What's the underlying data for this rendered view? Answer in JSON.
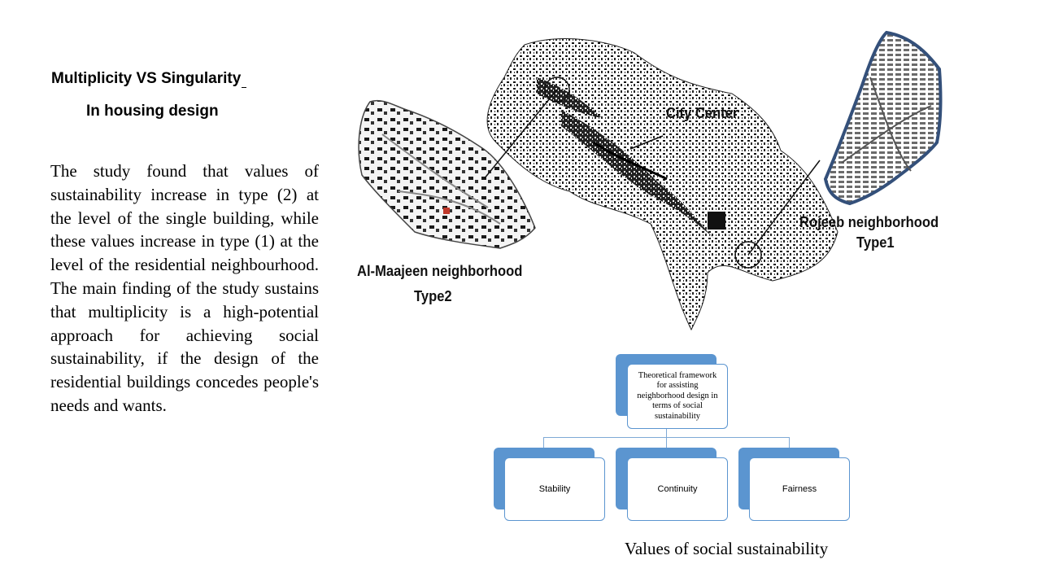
{
  "heading": {
    "line1": "Multiplicity VS  Singularity",
    "line2": "In housing design"
  },
  "body": "The study found that values of sustainability increase in type (2) at the level of the single building, while these values increase in type (1) at the level of the residential neighbourhood. The main finding of the study sustains that multiplicity is a high-potential approach for achieving social sustainability, if the design of the residential buildings concedes people's needs and wants.",
  "map": {
    "city_center": "City Center",
    "rojeeb_name": "Rojeeb neighborhood",
    "rojeeb_type": "Type1",
    "maajeen_name": "Al-Maajeen neighborhood",
    "maajeen_type": "Type2"
  },
  "framework": {
    "root": "Theoretical framework for assisting neighborhood design in terms of social sustainability",
    "children": [
      "Stability",
      "Continuity",
      "Fairness"
    ],
    "accent": "#5b95d0"
  },
  "caption": "Values of social sustainability"
}
